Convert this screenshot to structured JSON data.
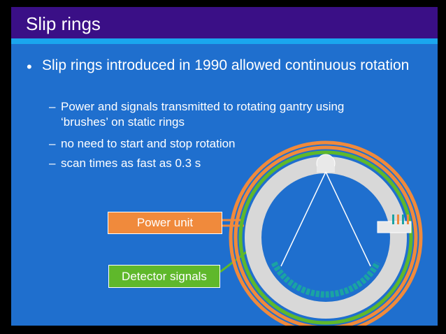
{
  "slide": {
    "title": "Slip rings",
    "bullet": {
      "marker": "•",
      "text": "Slip rings introduced in 1990 allowed continuous rotation"
    },
    "sub_marker": "–",
    "sub_bullets": [
      {
        "line1": "Power and signals transmitted to rotating gantry using",
        "line2": "‘brushes’ on static rings"
      },
      {
        "line1": "no need to start and stop rotation"
      },
      {
        "line1": "scan times as fast as 0.3 s"
      }
    ]
  },
  "diagram": {
    "power_label": "Power unit",
    "detector_label": "Detector signals",
    "colors": {
      "background": "#1f6fce",
      "title_bar": "#3a0f86",
      "title_stripe": "#1aa6ee",
      "orange_ring": "#f08a3c",
      "green_ring": "#5fb82b",
      "gantry": "#d8d8d8",
      "detector": "#1aa3a3"
    }
  }
}
